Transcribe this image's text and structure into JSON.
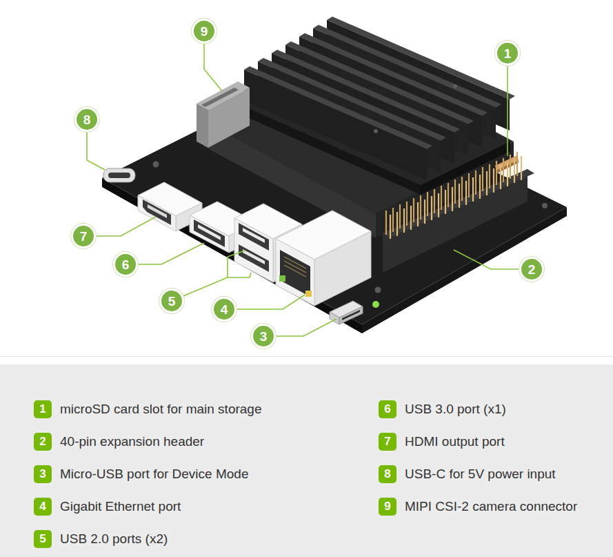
{
  "diagram": {
    "nodes": [
      {
        "text": [
          "9"
        ]
      },
      {
        "text": [
          "1"
        ]
      },
      {
        "text": [
          "8"
        ]
      },
      {
        "text": [
          "7"
        ]
      },
      {
        "text": [
          "6"
        ]
      },
      {
        "text": [
          "2"
        ]
      },
      {
        "text": [
          "5"
        ]
      },
      {
        "text": [
          "4"
        ]
      },
      {
        "text": [
          "3"
        ]
      },
      {
        "text": [
          "1",
          "microSD card slot for main storage"
        ]
      },
      {
        "text": [
          "2",
          "40-pin expansion header"
        ]
      },
      {
        "text": [
          "3",
          "Micro-USB port for Device Mode"
        ]
      },
      {
        "text": [
          "4",
          "Gigabit Ethernet port"
        ]
      },
      {
        "text": [
          "5",
          "USB 2.0 ports (x2)"
        ]
      },
      {
        "text": [
          "6",
          "USB 3.0 port (x1)"
        ]
      },
      {
        "text": [
          "7",
          "HDMI output port"
        ]
      },
      {
        "text": [
          "8",
          "USB-C for 5V power input"
        ]
      },
      {
        "text": [
          "9",
          "MIPI CSI-2 camera connector"
        ]
      }
    ]
  }
}
